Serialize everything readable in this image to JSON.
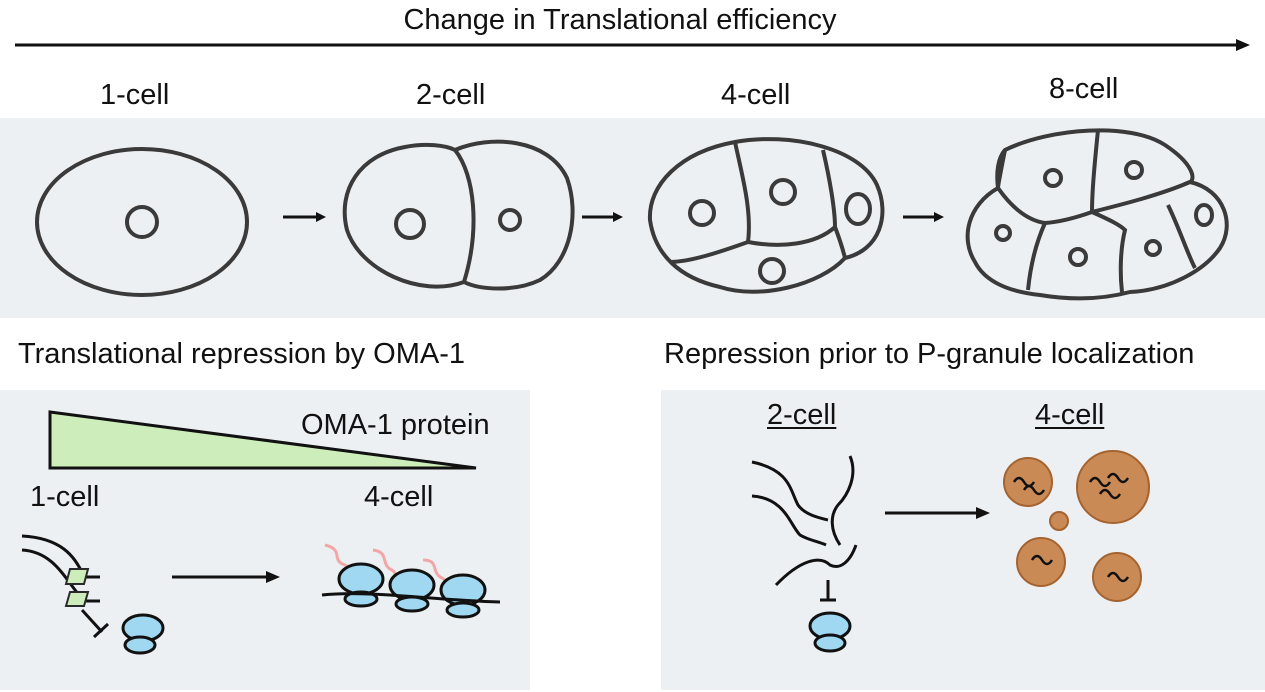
{
  "header": {
    "title": "Change in Translational efficiency"
  },
  "stages": {
    "s1": "1-cell",
    "s2": "2-cell",
    "s4": "4-cell",
    "s8": "8-cell"
  },
  "left_section": {
    "title": "Translational repression by OMA-1",
    "gradient_label": "OMA-1 protein",
    "start_label": "1-cell",
    "end_label": "4-cell"
  },
  "right_section": {
    "title": "Repression prior to P-granule localization",
    "label_2cell": "2-cell",
    "label_4cell": "4-cell"
  },
  "colors": {
    "panel_bg": "#edf0f3",
    "cell_outline": "#3a3a3a",
    "oma1_gradient": "#cdeebb",
    "ribosome": "#9fd8f0",
    "nascent_peptide": "#f2a6a6",
    "p_granule": "#c98a55",
    "p_granule_outline": "#a4632f"
  }
}
